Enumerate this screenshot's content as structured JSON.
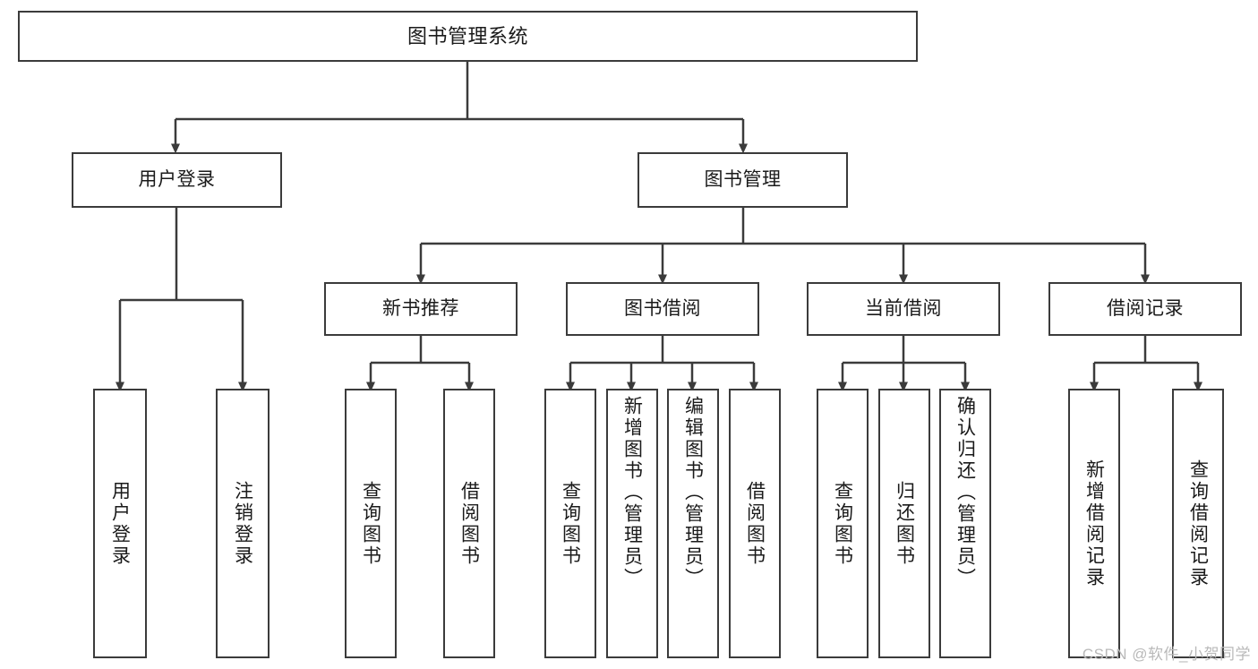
{
  "diagram": {
    "type": "tree",
    "title": "图书管理系统",
    "colors": {
      "box_border": "#3b3b3b",
      "box_fill": "#ffffff",
      "edge": "#3b3b3b",
      "text": "#1a1a1a",
      "watermark": "#b9b9b9",
      "background": "#ffffff"
    },
    "watermark": "CSDN @软件_小贺同学",
    "nodes": {
      "root": {
        "label": "图书管理系统"
      },
      "level1": [
        {
          "label": "用户登录"
        },
        {
          "label": "图书管理"
        }
      ],
      "level2": [
        {
          "label": "新书推荐"
        },
        {
          "label": "图书借阅"
        },
        {
          "label": "当前借阅"
        },
        {
          "label": "借阅记录"
        }
      ],
      "leaves_user_login": [
        {
          "label": "用户登录"
        },
        {
          "label": "注销登录"
        }
      ],
      "leaves_new_book": [
        {
          "label": "查询图书"
        },
        {
          "label": "借阅图书"
        }
      ],
      "leaves_borrow": [
        {
          "label": "查询图书"
        },
        {
          "label": "新增图书（管理员）"
        },
        {
          "label": "编辑图书（管理员）"
        },
        {
          "label": "借阅图书"
        }
      ],
      "leaves_current": [
        {
          "label": "查询图书"
        },
        {
          "label": "归还图书"
        },
        {
          "label": "确认归还（管理员）"
        }
      ],
      "leaves_records": [
        {
          "label": "新增借阅记录"
        },
        {
          "label": "查询借阅记录"
        }
      ]
    }
  }
}
